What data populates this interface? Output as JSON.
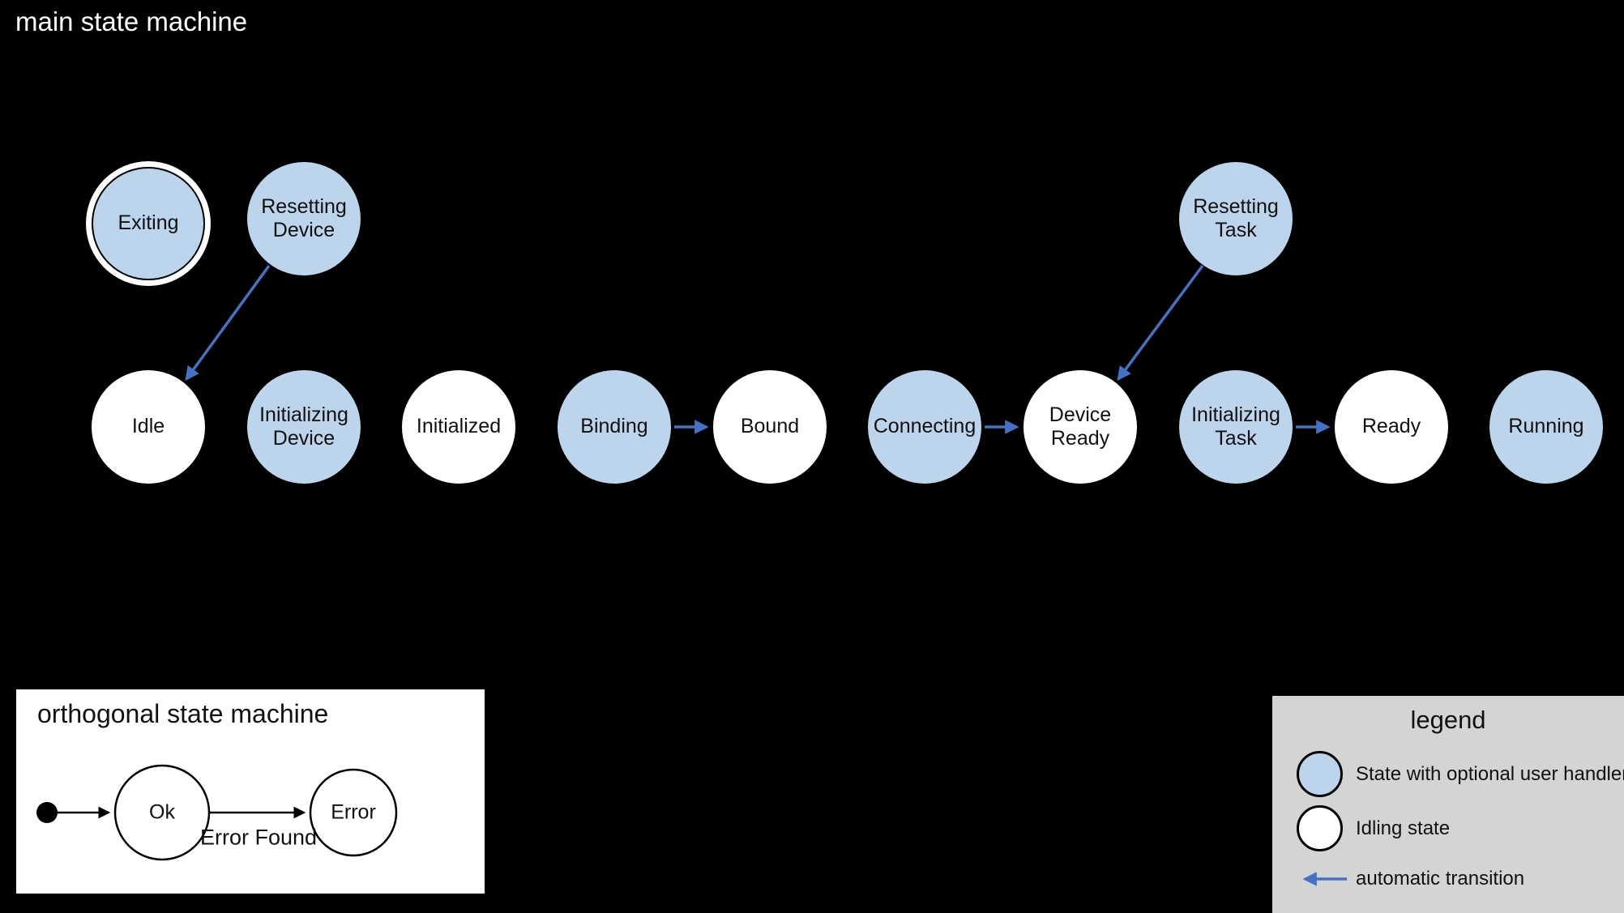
{
  "main_machine": {
    "title": "main state machine",
    "states": {
      "exiting": "Exiting",
      "resetting_device": "Resetting Device",
      "resetting_task": "Resetting Task",
      "idle": "Idle",
      "initializing_device": "Initializing Device",
      "initialized": "Initialized",
      "binding": "Binding",
      "bound": "Bound",
      "connecting": "Connecting",
      "device_ready": "Device Ready",
      "initializing_task": "Initializing Task",
      "ready": "Ready",
      "running": "Running"
    },
    "transitions": [
      {
        "from": "Resetting Device",
        "to": "Idle",
        "type": "automatic"
      },
      {
        "from": "Binding",
        "to": "Bound",
        "type": "automatic"
      },
      {
        "from": "Connecting",
        "to": "Device Ready",
        "type": "automatic"
      },
      {
        "from": "Resetting Task",
        "to": "Device Ready",
        "type": "automatic"
      },
      {
        "from": "Initializing Task",
        "to": "Ready",
        "type": "automatic"
      }
    ]
  },
  "orthogonal_machine": {
    "title": "orthogonal state machine",
    "states": {
      "ok": "Ok",
      "error": "Error"
    },
    "transition_label": "Error Found"
  },
  "legend": {
    "title": "legend",
    "items": [
      {
        "icon": "handler-state-circle",
        "label": "State with optional user handler"
      },
      {
        "icon": "idling-state-circle",
        "label": "Idling state"
      },
      {
        "icon": "automatic-transition-arrow",
        "label": "automatic transition"
      }
    ]
  },
  "colors": {
    "background": "#000000",
    "handler_state_fill": "#bcd4ec",
    "idling_state_fill": "#ffffff",
    "automatic_transition_arrow": "#4472c4",
    "legend_background": "#d4d4d4",
    "final_state_ring": "#ffffff"
  }
}
